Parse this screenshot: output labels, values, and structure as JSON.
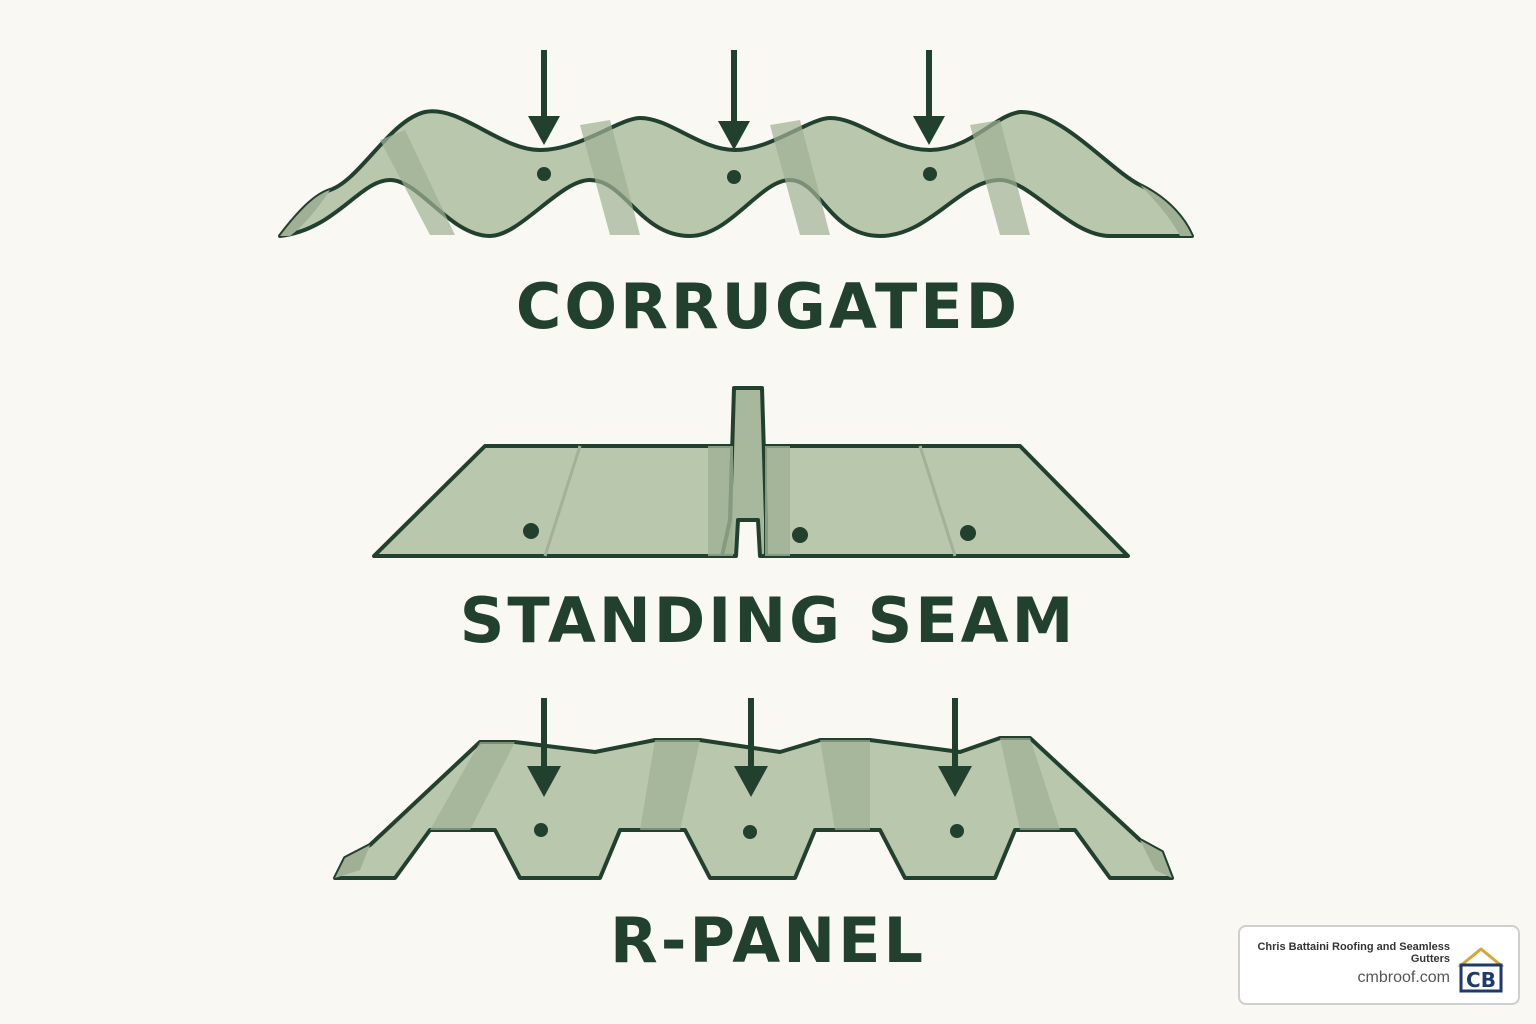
{
  "panels": {
    "corrugated": {
      "label": "CORRUGATED"
    },
    "standing_seam": {
      "label": "STANDING SEAM"
    },
    "r_panel": {
      "label": "R-PANEL"
    }
  },
  "brand": {
    "name": "Chris Battaini Roofing and Seamless Gutters",
    "domain": "cmbroof.com",
    "logo_text": "CB"
  },
  "colors": {
    "background": "#faf8f2",
    "panel_fill": "#b9c7ad",
    "panel_shade": "#9fb094",
    "outline": "#22402e",
    "label": "#22402e",
    "logo_blue": "#1d3a6b",
    "logo_gold": "#d8a534"
  }
}
